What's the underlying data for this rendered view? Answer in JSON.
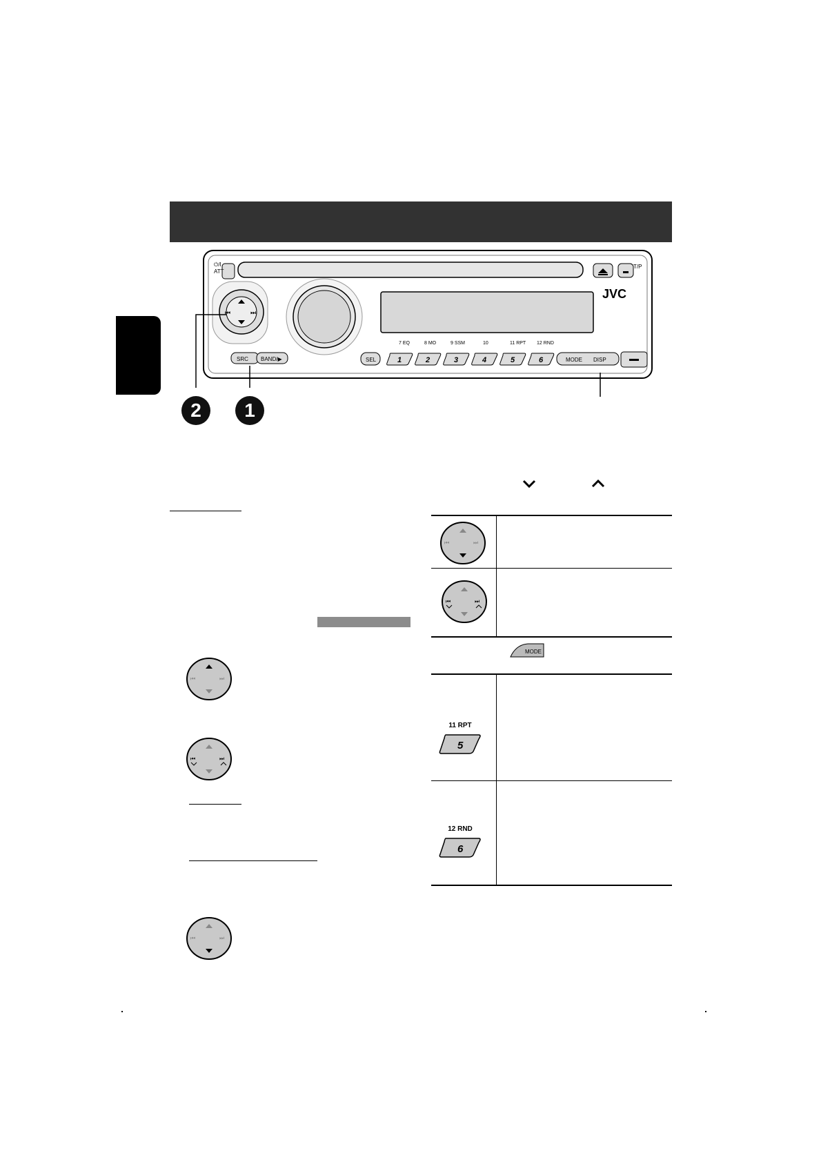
{
  "device": {
    "brand": "JVC",
    "power_label": "⏻/I",
    "att_label": "ATT",
    "tp_label": "T/P",
    "src_label": "SRC",
    "band_label": "BAND/▶",
    "sel_label": "SEL",
    "mode_label": "MODE",
    "disp_label": "DISP",
    "preset_buttons": [
      "1",
      "2",
      "3",
      "4",
      "5",
      "6"
    ],
    "preset_hints": [
      "7 EQ",
      "8 MO",
      "9 SSM",
      "10",
      "11 RPT",
      "12 RND"
    ]
  },
  "callouts": [
    "2",
    "1"
  ],
  "table": {
    "mode_button_label": "MODE",
    "rows": [
      {
        "hint": "11  RPT",
        "button": "5"
      },
      {
        "hint": "12  RND",
        "button": "6"
      }
    ]
  },
  "colors": {
    "title_bar": "#323232",
    "pad_fill": "#c9c9c9",
    "gray_bar": "#8c8c8c"
  }
}
